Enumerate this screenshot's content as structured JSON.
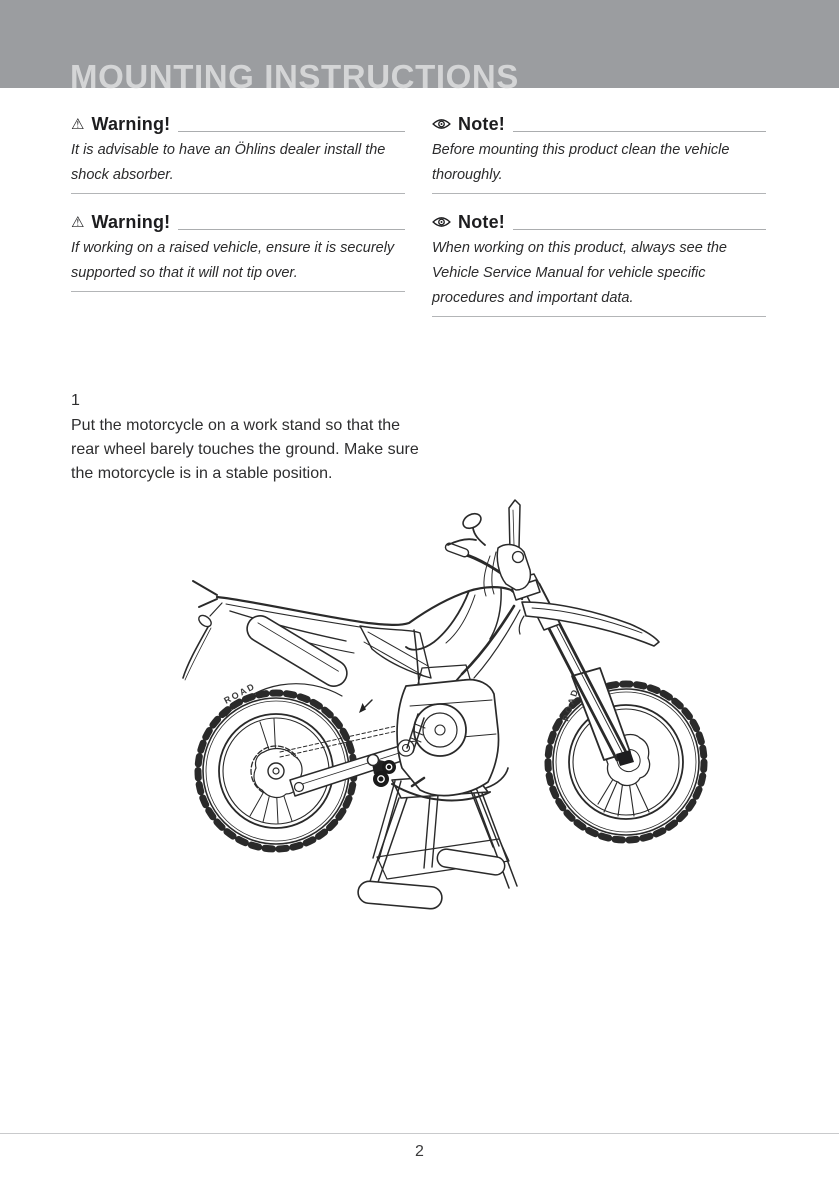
{
  "header": {
    "title": "MOUNTING INSTRUCTIONS"
  },
  "notices": {
    "left": [
      {
        "type": "warning",
        "heading": "Warning!",
        "body": "It is advisable to have an Öhlins dealer install the shock absorber."
      },
      {
        "type": "warning",
        "heading": "Warning!",
        "body": "If working on a raised vehicle, ensure it is securely supported so that it will not tip over."
      }
    ],
    "right": [
      {
        "type": "note",
        "heading": "Note!",
        "body": "Before mounting this product clean the vehicle thoroughly."
      },
      {
        "type": "note",
        "heading": "Note!",
        "body": "When working on this product, always see the Vehicle Service Manual for vehicle specific procedures and important data."
      }
    ]
  },
  "step": {
    "number": "1",
    "text": "Put the motorcycle on a work stand so that the rear wheel barely touches the ground. Make sure the motorcycle is in a stable position."
  },
  "figure": {
    "description": "Line-art illustration of a dual-sport motorcycle resting on a work stand placed under the engine, rear wheel just off the ground; black shock-linkage rollers highlighted with a small arrow",
    "tire_text": "ROAD"
  },
  "footer": {
    "page_number": "2"
  },
  "icons": {
    "warning": "warning-triangle-icon",
    "note": "eye-icon"
  },
  "colors": {
    "header_bar": "#9B9DA0",
    "title_text": "#D4D5D6",
    "rule": "#ABADAF",
    "body_text": "#2B2B2C",
    "line_art": "#2A2A2A"
  }
}
